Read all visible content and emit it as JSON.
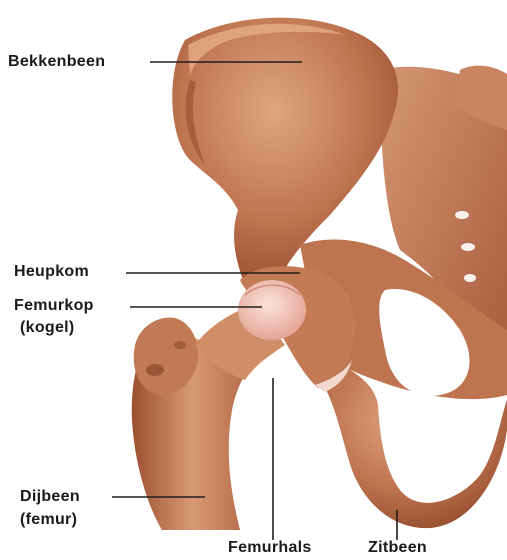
{
  "diagram": {
    "labels": {
      "bekkenbeen": "Bekkenbeen",
      "heupkom": "Heupkom",
      "femurkop_line1": "Femurkop",
      "femurkop_line2": "(kogel)",
      "dijbeen_line1": "Dijbeen",
      "dijbeen_line2": "(femur)",
      "femurhals": "Femurhals",
      "zitbeen": "Zitbeen"
    },
    "colors": {
      "bone_base": "#b86a45",
      "bone_light": "#d99a73",
      "bone_dark": "#8a4427",
      "cartilage": "#f2c9bf",
      "background": "#ffffff",
      "text": "#1a1a1a"
    }
  }
}
